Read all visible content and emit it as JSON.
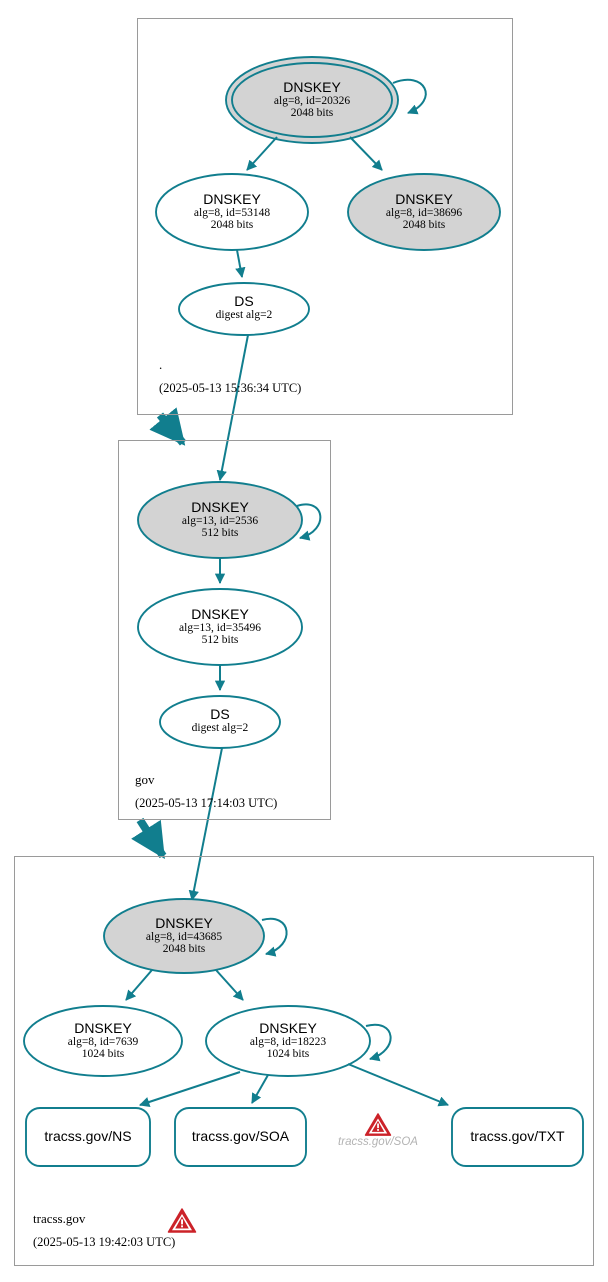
{
  "diagram": {
    "type": "dnssec-authentication-chain",
    "title": "tracss.gov DNSSEC authentication chain"
  },
  "zones": [
    {
      "id": "root",
      "name": ".",
      "timestamp": "(2025-05-13 15:36:34 UTC)",
      "nodes": [
        {
          "id": "root-ksk",
          "kind": "DNSKEY",
          "title": "DNSKEY",
          "line2": "alg=8, id=20326",
          "line3": "2048 bits",
          "shape": "doubleellipse",
          "fill": "#d3d3d3",
          "self_signed": true
        },
        {
          "id": "root-zsk-53148",
          "kind": "DNSKEY",
          "title": "DNSKEY",
          "line2": "alg=8, id=53148",
          "line3": "2048 bits",
          "shape": "ellipse",
          "fill": "#ffffff",
          "self_signed": false
        },
        {
          "id": "root-key-38696",
          "kind": "DNSKEY",
          "title": "DNSKEY",
          "line2": "alg=8, id=38696",
          "line3": "2048 bits",
          "shape": "ellipse",
          "fill": "#d3d3d3",
          "self_signed": false
        },
        {
          "id": "root-ds",
          "kind": "DS",
          "title": "DS",
          "line2": "digest alg=2",
          "line3": "",
          "shape": "ellipse",
          "fill": "#ffffff",
          "self_signed": false
        }
      ]
    },
    {
      "id": "gov",
      "name": "gov",
      "timestamp": "(2025-05-13 17:14:03 UTC)",
      "nodes": [
        {
          "id": "gov-ksk",
          "kind": "DNSKEY",
          "title": "DNSKEY",
          "line2": "alg=13, id=2536",
          "line3": "512 bits",
          "shape": "ellipse",
          "fill": "#d3d3d3",
          "self_signed": true
        },
        {
          "id": "gov-zsk-35496",
          "kind": "DNSKEY",
          "title": "DNSKEY",
          "line2": "alg=13, id=35496",
          "line3": "512 bits",
          "shape": "ellipse",
          "fill": "#ffffff",
          "self_signed": false
        },
        {
          "id": "gov-ds",
          "kind": "DS",
          "title": "DS",
          "line2": "digest alg=2",
          "line3": "",
          "shape": "ellipse",
          "fill": "#ffffff",
          "self_signed": false
        }
      ]
    },
    {
      "id": "tracss",
      "name": "tracss.gov",
      "timestamp": "(2025-05-13 19:42:03 UTC)",
      "has_warning": true,
      "nodes": [
        {
          "id": "tracss-ksk",
          "kind": "DNSKEY",
          "title": "DNSKEY",
          "line2": "alg=8, id=43685",
          "line3": "2048 bits",
          "shape": "ellipse",
          "fill": "#d3d3d3",
          "self_signed": true
        },
        {
          "id": "tracss-key-7639",
          "kind": "DNSKEY",
          "title": "DNSKEY",
          "line2": "alg=8, id=7639",
          "line3": "1024 bits",
          "shape": "ellipse",
          "fill": "#ffffff",
          "self_signed": false
        },
        {
          "id": "tracss-zsk-18223",
          "kind": "DNSKEY",
          "title": "DNSKEY",
          "line2": "alg=8, id=18223",
          "line3": "1024 bits",
          "shape": "ellipse",
          "fill": "#ffffff",
          "self_signed": true
        }
      ],
      "rrsets": [
        {
          "id": "rr-ns",
          "label": "tracss.gov/NS"
        },
        {
          "id": "rr-soa",
          "label": "tracss.gov/SOA"
        },
        {
          "id": "rr-txt",
          "label": "tracss.gov/TXT"
        }
      ],
      "errors": [
        {
          "id": "err-soa",
          "label": "tracss.gov/SOA",
          "icon": "warning-triangle-icon"
        }
      ]
    }
  ],
  "colors": {
    "edge": "#117e8e",
    "node_stroke": "#117e8e",
    "secure_fill": "#d3d3d3",
    "plain_fill": "#ffffff",
    "zone_border": "#9a9a9a",
    "warning_red": "#cc2229",
    "error_text": "#b3b3b3"
  }
}
